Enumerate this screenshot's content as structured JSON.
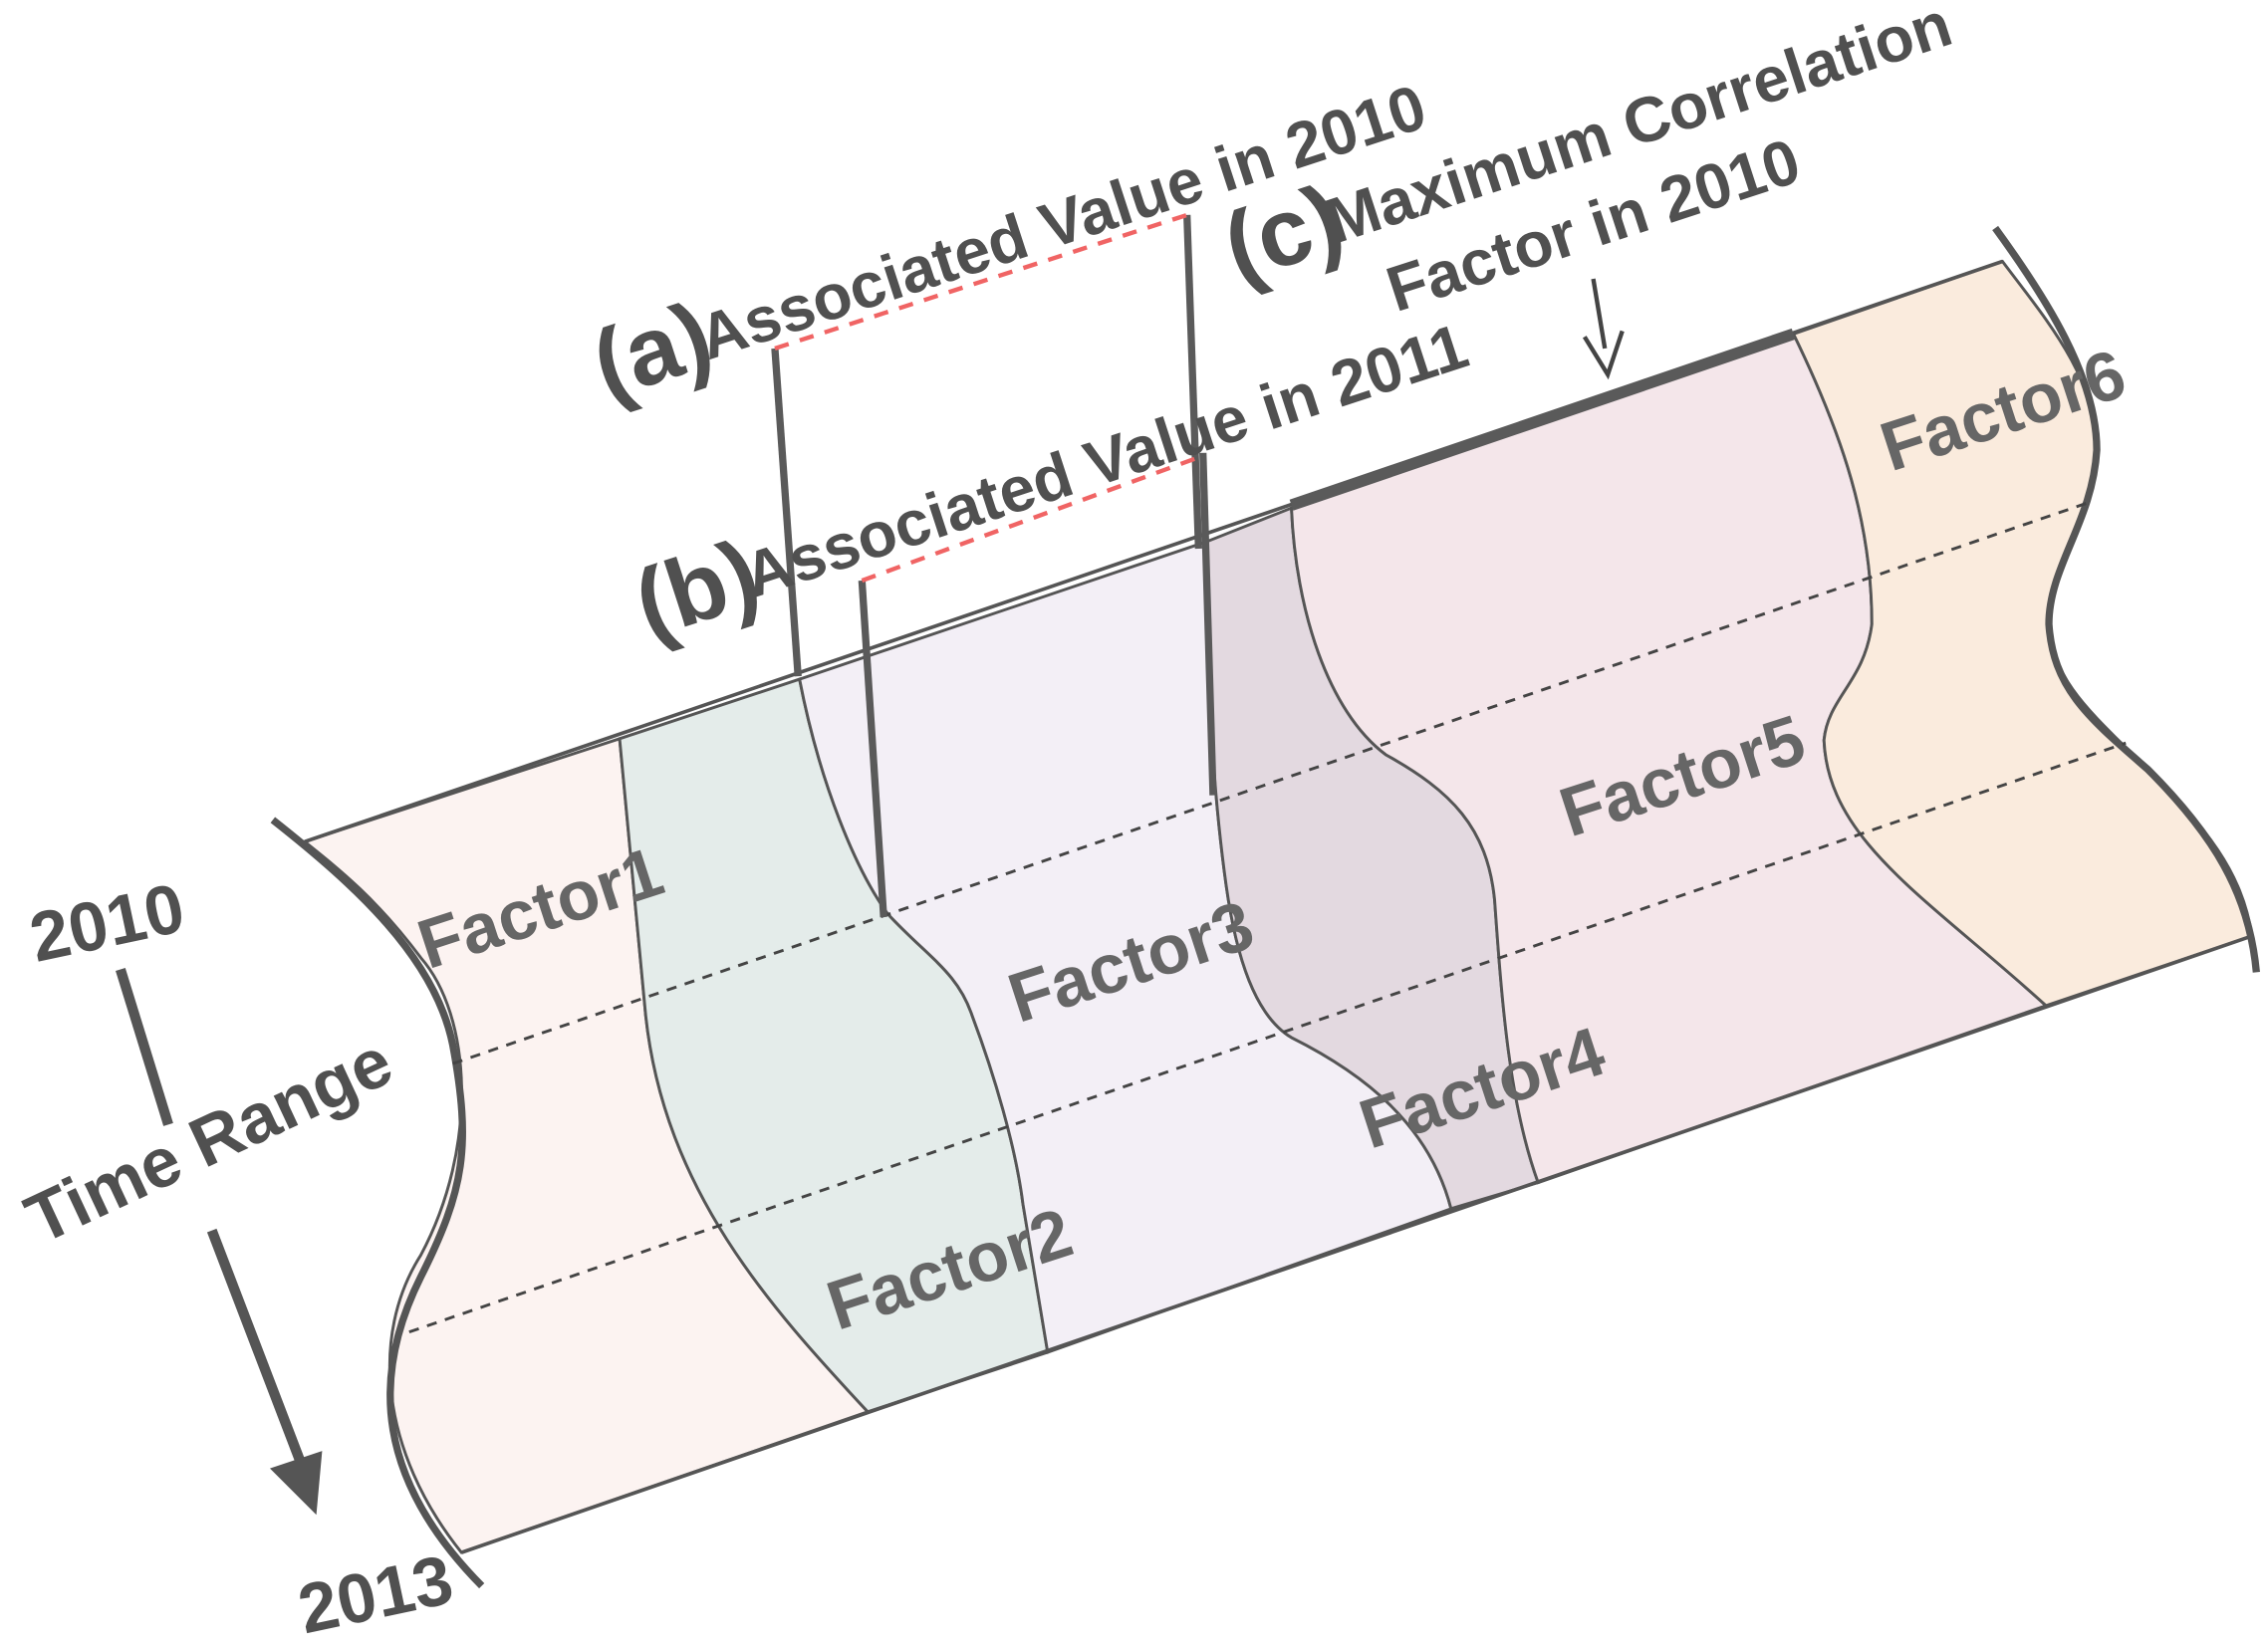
{
  "axis": {
    "start": "2010",
    "end": "2013",
    "label": "Time Range"
  },
  "factors": [
    {
      "name": "Factor1",
      "color": "#fcf3f1"
    },
    {
      "name": "Factor2",
      "color": "#e4ecea"
    },
    {
      "name": "Factor3",
      "color": "#f3eff6"
    },
    {
      "name": "Factor4",
      "color": "#e3d9e0"
    },
    {
      "name": "Factor5",
      "color": "#f4e6ea"
    },
    {
      "name": "Factor6",
      "color": "#faebdd"
    }
  ],
  "annotations": {
    "a": {
      "tag": "(a)",
      "text": "Associated Value in 2010"
    },
    "b": {
      "tag": "(b)",
      "text": "Associated Value in 2011"
    },
    "c": {
      "tag": "(c)",
      "text": "Maximum Correlation",
      "text2": "Factor in 2010"
    }
  },
  "colors": {
    "outline": "#555555",
    "dashed_highlight": "#f06464"
  }
}
